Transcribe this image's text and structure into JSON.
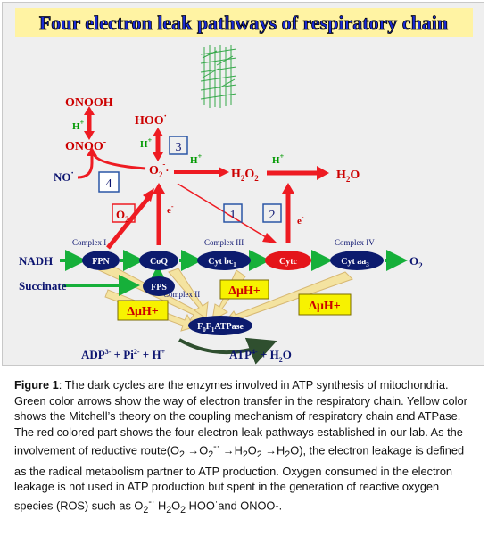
{
  "diagram": {
    "title": "Four electron leak pathways of respiratory chain",
    "colors": {
      "title_fill": "#1a2bd6",
      "title_bg": "#fff3a3",
      "node_fill": "#0c1b6e",
      "node_red": "#e4151a",
      "arrow_green": "#16b03a",
      "arrow_red": "#ee1b22",
      "arrow_yellow": "#f4e3a0",
      "label_red": "#cc0000",
      "label_navy": "#0c1470",
      "label_green": "#009900",
      "box_blue": "#2a56a6",
      "delta_bg": "#f7f200"
    },
    "species": {
      "onooh": "ONOOH",
      "onoo": "ONOO",
      "onoo_sup": "-",
      "hoo": "HOO",
      "hoo_sup": "·",
      "no": "NO",
      "no_sup": "·",
      "o2_radical": "O",
      "o2_radical_sub": "2",
      "o2_radical_sup": "-",
      "o2_radical_dot": "·",
      "h2o2": "H",
      "h2o2_sub1": "2",
      "h2o2_mid": "O",
      "h2o2_sub2": "2",
      "h2o": "H",
      "h2o_sub": "2",
      "h2o_tail": "O",
      "o2_leak": "O",
      "o2_leak_sub": "2",
      "o2_end": "O",
      "o2_end_sub": "2"
    },
    "protons": {
      "h1": "H",
      "h1_sup": "+",
      "h2": "H",
      "h2_sup": "+",
      "h3": "H",
      "h3_sup": "+",
      "h4": "H",
      "h4_sup": "+"
    },
    "electrons": {
      "e1": "e",
      "e1_sup": "-",
      "e2": "e",
      "e2_sup": "-"
    },
    "pathway_numbers": [
      "1",
      "2",
      "3",
      "4"
    ],
    "substrates": {
      "nadh": "NADH",
      "succinate": "Succinate"
    },
    "complex_labels": {
      "c1": "Complex I",
      "c2": "Complex II",
      "c3": "Complex III",
      "c4": "Complex IV"
    },
    "nodes": {
      "fpn": "FPN",
      "coq": "CoQ",
      "cytbc": "Cyt bc",
      "cytbc_sub": "1",
      "cytc": "Cytc",
      "cytaa": "Cyt aa",
      "cytaa_sub": "3",
      "fps": "FPS",
      "atpase_f": "F",
      "atpase_sub0": "0",
      "atpase_f1": "F",
      "atpase_sub1": "1",
      "atpase_tail": "ATPase"
    },
    "delta": {
      "label": "ΔμH+"
    },
    "reaction": {
      "left": "ADP",
      "left_sup": "3-",
      "plus1": " + Pi",
      "pi_sup": "2-",
      "plus2": " + H",
      "h_sup": "+",
      "right": "ATP",
      "right_sup": "4-",
      "plus3": " + H",
      "water_sub": "2",
      "water_tail": "O"
    }
  },
  "caption": {
    "label": "Figure 1",
    "colon": ": ",
    "t1": "The dark cycles are the enzymes involved in ATP synthesis of mitochondria. Green color arrows show the way of electron transfer in the respiratory chain. Yellow color shows the Mitchell’s theory on the coupling mechanism of respiratory chain and ATPase. The red colored part shows the four electron leak pathways established in our lab. As the involvement of reductive route(O",
    "s1": "2",
    "a1": " →O",
    "s2": "2",
    "p2": "-·",
    "a2": " →H",
    "s3": "2",
    "a3": "O",
    "s4": "2",
    "a4": " →H",
    "s5": "2",
    "t2": "O), the electron leakage is defined as the radical metabolism partner to ATP production. Oxygen consumed in the electron leakage is not used in ATP production but spent in the generation of reactive oxygen species (ROS) such as O",
    "s6": "2",
    "p6": "-·",
    "t3": " H",
    "s7": "2",
    "t4": "O",
    "s8": "2",
    "t5": " HOO",
    "p9": "·",
    "t6": "and ONOO-."
  }
}
